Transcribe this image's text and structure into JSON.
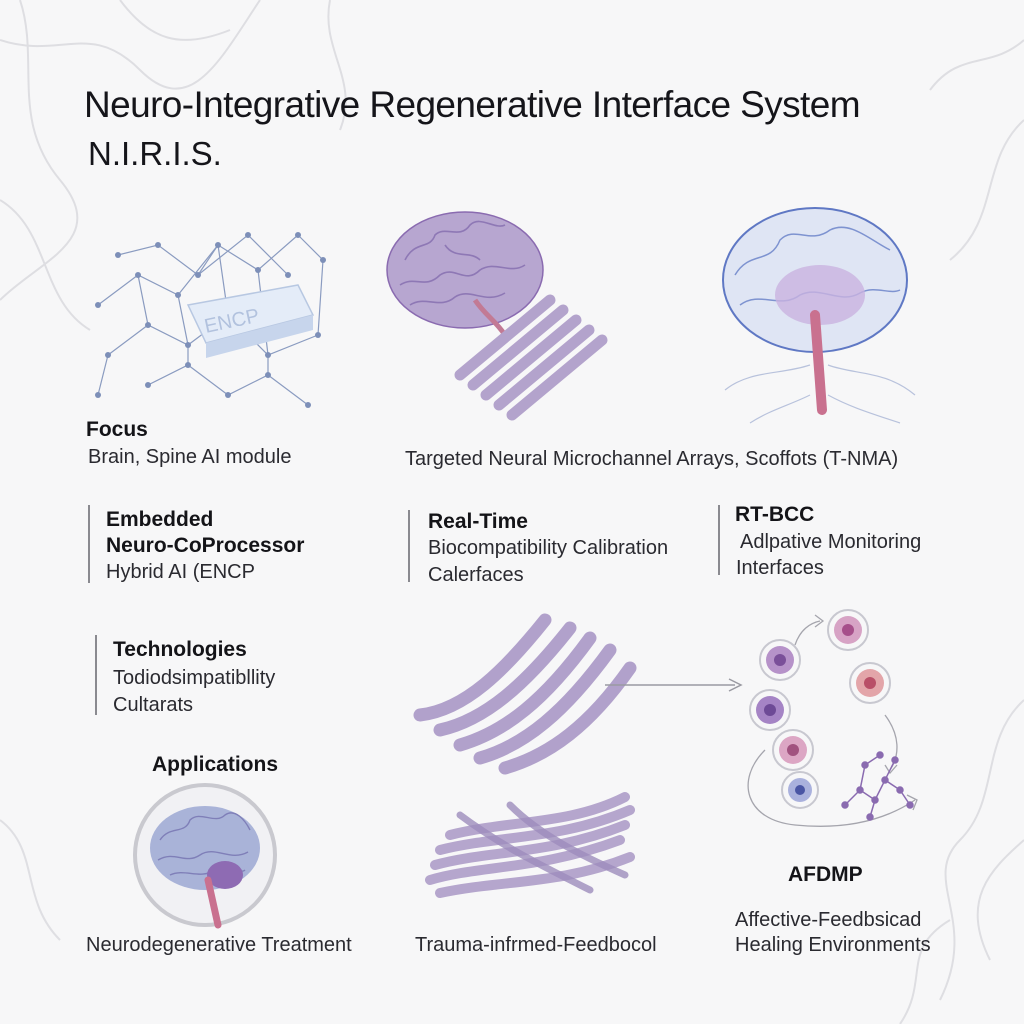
{
  "title": "Neuro-Integrative Regenerative Interface System",
  "subtitle": "N.I.R.I.S.",
  "chip_label": "ENCP",
  "focus": {
    "heading": "Focus",
    "text": "Brain, Spine AI module"
  },
  "tnma": {
    "text": "Targeted Neural Microchannel Arrays, Scoffots (T-NMA)"
  },
  "encp": {
    "line1": "Embedded",
    "line2": "Neuro-CoProcessor",
    "line3": "Hybrid AI (ENCP"
  },
  "realtime": {
    "heading": "Real-Time",
    "line1": "Biocompatibility Calibration",
    "line2": "Calerfaces"
  },
  "rtbcc": {
    "heading": "RT-BCC",
    "line1": "Adlpative Monitoring",
    "line2": "Interfaces"
  },
  "technologies": {
    "heading": "Technologies",
    "line1": "Todiodsimpatibllity",
    "line2": "Cultarats"
  },
  "applications": {
    "heading": "Applications"
  },
  "neuro_treatment": {
    "text": "Neurodegenerative Treatment"
  },
  "trauma": {
    "text": "Trauma-infrmed-Feedbocol"
  },
  "afdmp": {
    "heading": "AFDMP",
    "line1": "Affective-Feedbsicad",
    "line2": "Healing Environments"
  },
  "colors": {
    "lavender": "#b7a6d0",
    "purple": "#8a6bb0",
    "pink": "#c9718f",
    "blue": "#5f78c4"
  }
}
